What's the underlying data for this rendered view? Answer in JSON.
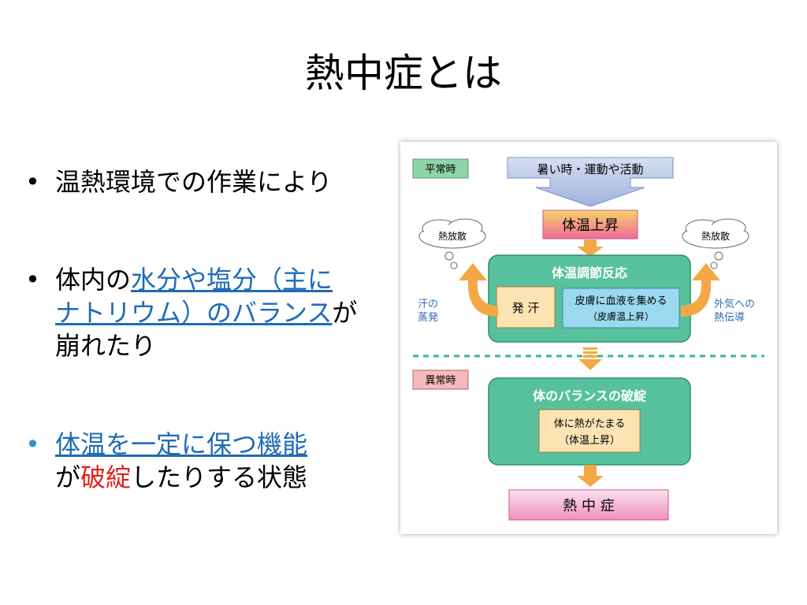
{
  "slide": {
    "title": "熱中症とは",
    "bullets": {
      "b1": {
        "text": "温熱環境での作業により"
      },
      "b2": {
        "pre": "体内の",
        "link1": "水分や塩分（主に",
        "link2": "ナトリウム）のバランス",
        "post1": "が",
        "post2": "崩れたり"
      },
      "b3": {
        "link": "体温を一定に保つ機能",
        "pre": "が",
        "red": "破綻",
        "post": "したりする状態"
      }
    },
    "bullet_char": "•"
  },
  "diagram": {
    "normal_label": "平常時",
    "abnormal_label": "異常時",
    "trigger": "暑い時・運動や活動",
    "temp_rise": "体温上昇",
    "cloud_left": "熱放散",
    "cloud_right": "熱放散",
    "regulation_title": "体温調節反応",
    "sweat": "発 汗",
    "skin_line1": "皮膚に血液を集める",
    "skin_line2": "（皮膚温上昇）",
    "left_side_1": "汗の",
    "left_side_2": "蒸発",
    "right_side_1": "外気への",
    "right_side_2": "熱伝導",
    "breakdown_title": "体のバランスの破綻",
    "heat_line1": "体に熱がたまる",
    "heat_line2": "（体温上昇）",
    "result": "熱 中 症"
  }
}
